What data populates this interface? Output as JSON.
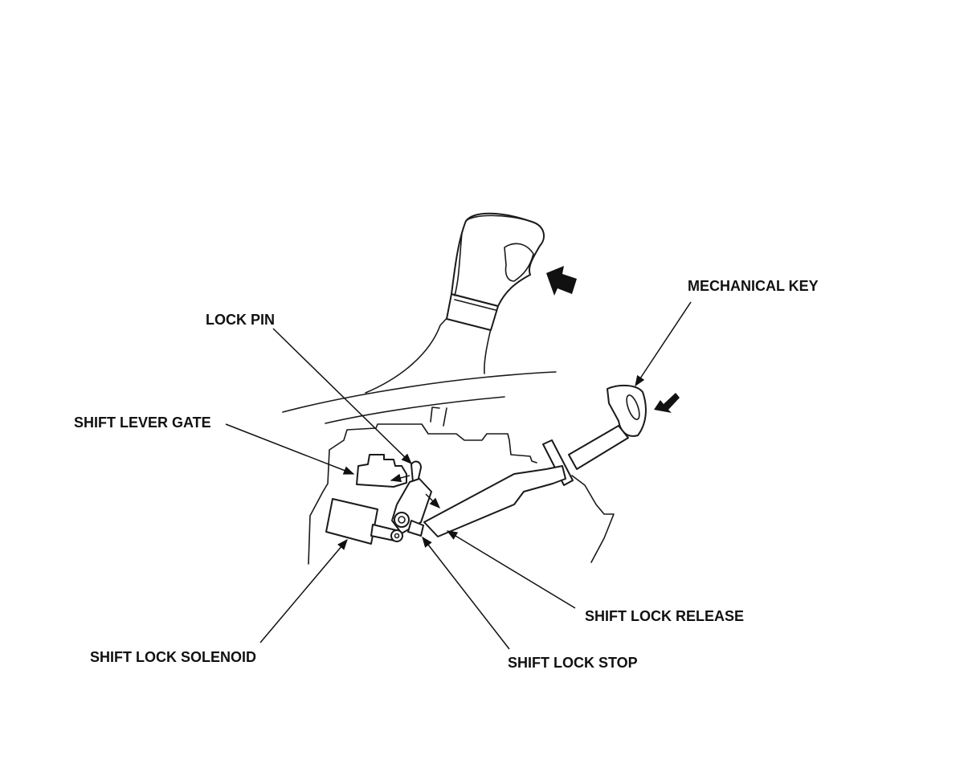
{
  "labels": {
    "mechanical_key": "MECHANICAL KEY",
    "lock_pin": "LOCK PIN",
    "shift_lever_gate": "SHIFT LEVER GATE",
    "shift_lock_release": "SHIFT LOCK RELEASE",
    "shift_lock_solenoid": "SHIFT LOCK SOLENOID",
    "shift_lock_stop": "SHIFT LOCK STOP"
  },
  "colors": {
    "ink": "#111111",
    "background": "#ffffff"
  },
  "icons": [
    "push-arrow-icon",
    "insert-arrow-icon",
    "pivot-arrow-icon"
  ]
}
